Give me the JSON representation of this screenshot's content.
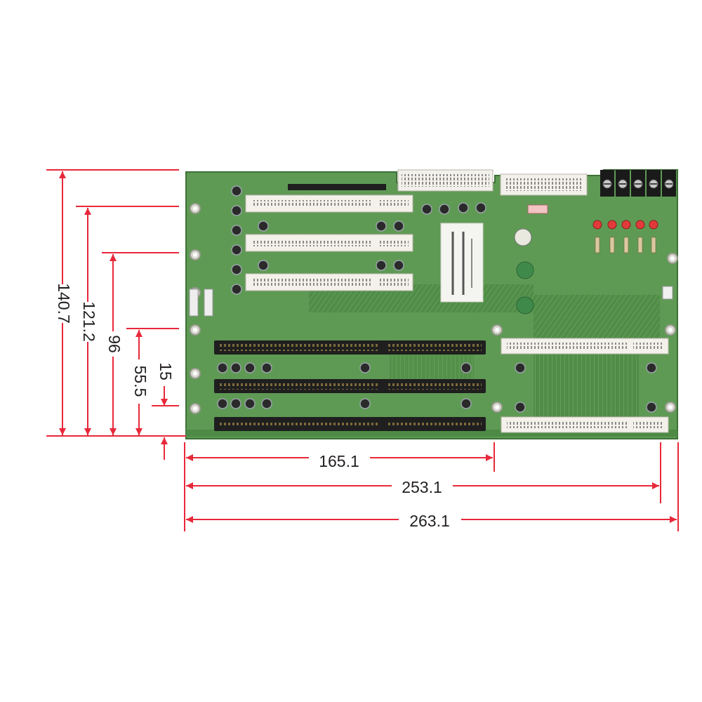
{
  "colors": {
    "dimension_line": "#e8283a",
    "dimension_text": "#231f20",
    "board": "#5f9a55",
    "board_dark": "#3e7037",
    "isa_slot": "#1f1f1f",
    "pci_slot": "#f4f1ea",
    "terminal": "#1a1a1a",
    "led": "#e23a3a"
  },
  "dimensions": {
    "vertical": [
      {
        "label": "140.7",
        "value": 140.7
      },
      {
        "label": "121.2",
        "value": 121.2
      },
      {
        "label": "96",
        "value": 96
      },
      {
        "label": "55.5",
        "value": 55.5
      },
      {
        "label": "15",
        "value": 15
      }
    ],
    "horizontal": [
      {
        "label": "165.1",
        "value": 165.1
      },
      {
        "label": "253.1",
        "value": 253.1
      },
      {
        "label": "263.1",
        "value": 263.1
      }
    ]
  },
  "board": {
    "pci_slot_count": 3,
    "isa_slot_count": 3,
    "right_pci_slot_count": 2,
    "power_terminal_count": 5,
    "led_count": 5
  }
}
